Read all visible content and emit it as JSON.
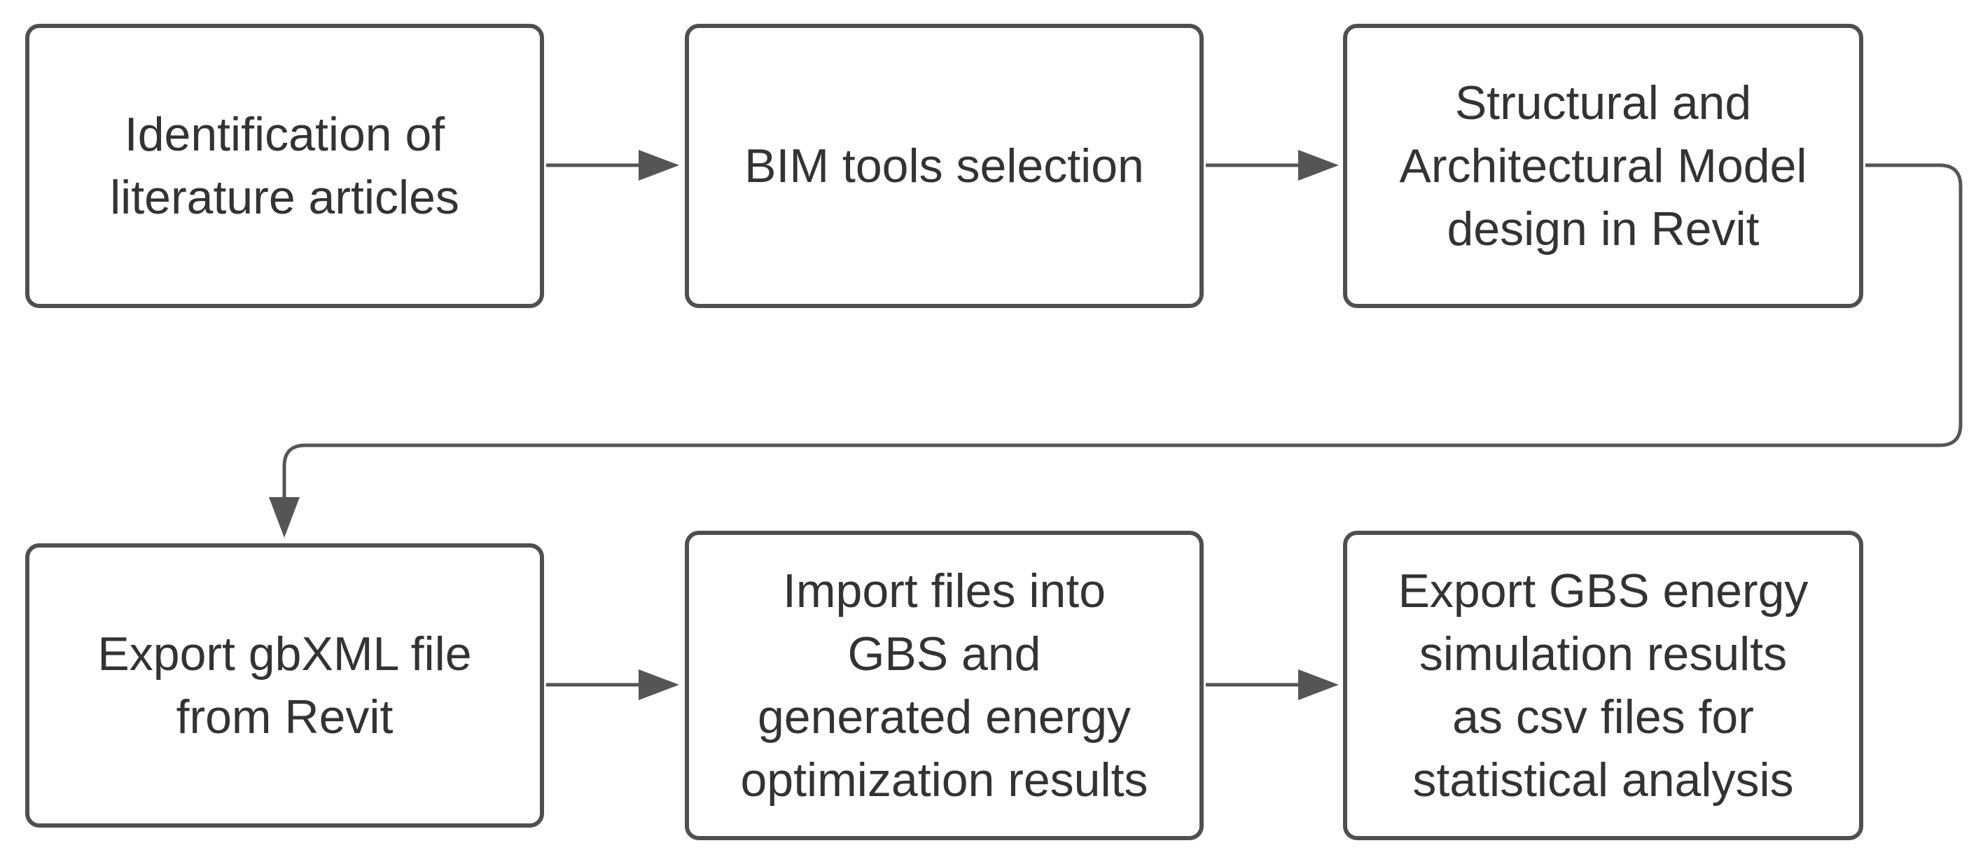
{
  "diagram": {
    "steps": [
      {
        "id": "step-1",
        "label": "Identification of\nliterature articles"
      },
      {
        "id": "step-2",
        "label": "BIM tools selection"
      },
      {
        "id": "step-3",
        "label": "Structural and\nArchitectural Model\ndesign in Revit"
      },
      {
        "id": "step-4",
        "label": "Export gbXML file\nfrom Revit"
      },
      {
        "id": "step-5",
        "label": "Import files into\nGBS and\ngenerated energy\noptimization results"
      },
      {
        "id": "step-6",
        "label": "Export GBS energy\nsimulation results\nas csv files for\nstatistical analysis"
      }
    ],
    "connections": [
      {
        "from": "step-1",
        "to": "step-2"
      },
      {
        "from": "step-2",
        "to": "step-3"
      },
      {
        "from": "step-3",
        "to": "step-4"
      },
      {
        "from": "step-4",
        "to": "step-5"
      },
      {
        "from": "step-5",
        "to": "step-6"
      }
    ],
    "colors": {
      "line": "#555555",
      "box_border": "#4f4f4f",
      "text": "#333333",
      "background": "#ffffff"
    }
  }
}
